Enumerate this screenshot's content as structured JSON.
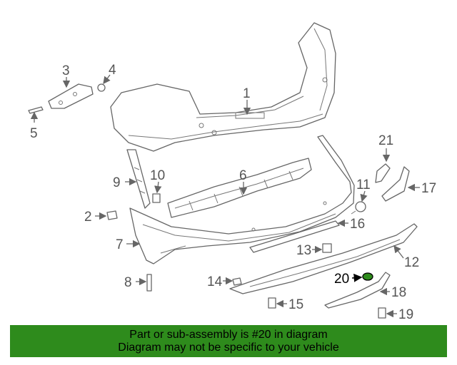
{
  "diagram": {
    "callouts": [
      "1",
      "2",
      "3",
      "4",
      "5",
      "6",
      "7",
      "8",
      "9",
      "10",
      "11",
      "12",
      "13",
      "14",
      "15",
      "16",
      "17",
      "18",
      "19",
      "20",
      "21"
    ],
    "highlighted_part": "20",
    "highlight_color": "#2e8b1c"
  },
  "banner": {
    "line1": "Part or sub-assembly is #20 in diagram",
    "line2": "Diagram may not be specific to your vehicle",
    "background": "#2e8b1c"
  }
}
